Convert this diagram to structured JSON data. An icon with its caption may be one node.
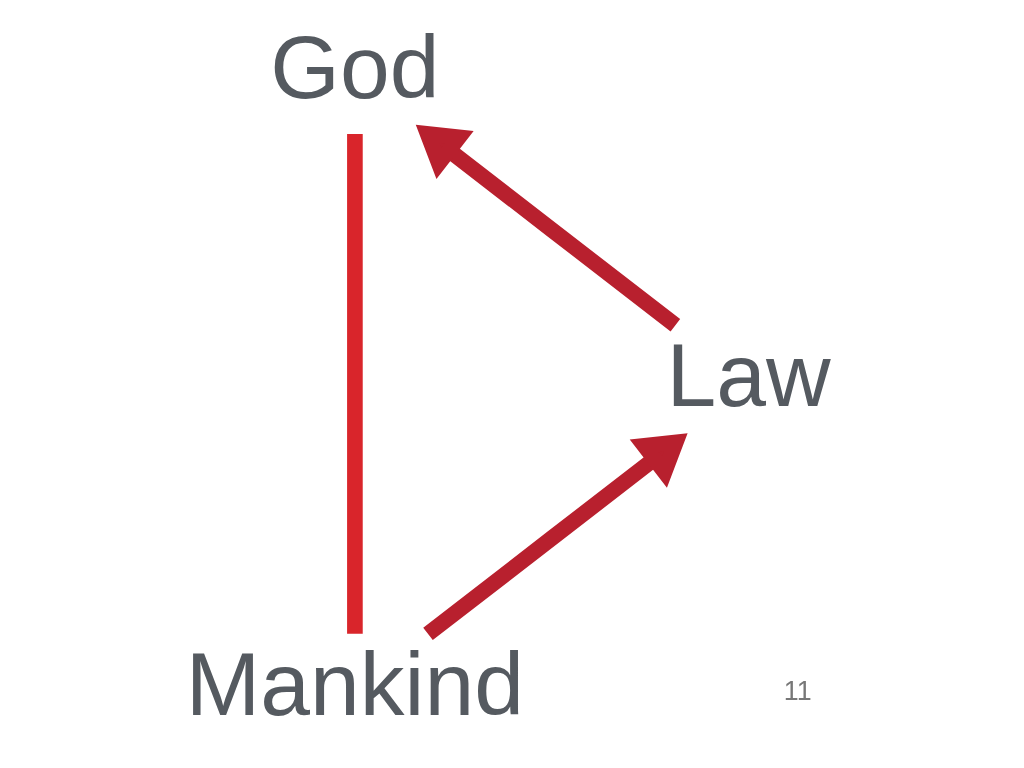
{
  "diagram": {
    "nodes": [
      {
        "text": [
          "God"
        ]
      },
      {
        "text": [
          "Law"
        ]
      },
      {
        "text": [
          "Mankind"
        ]
      }
    ],
    "edges": [
      {
        "from": 0,
        "to": 2,
        "arrow": "none",
        "color": "#d9252b"
      },
      {
        "from": 2,
        "to": 1,
        "arrow": "to"
      },
      {
        "from": 1,
        "to": 0,
        "arrow": "to"
      }
    ],
    "labels": [
      "11"
    ]
  }
}
